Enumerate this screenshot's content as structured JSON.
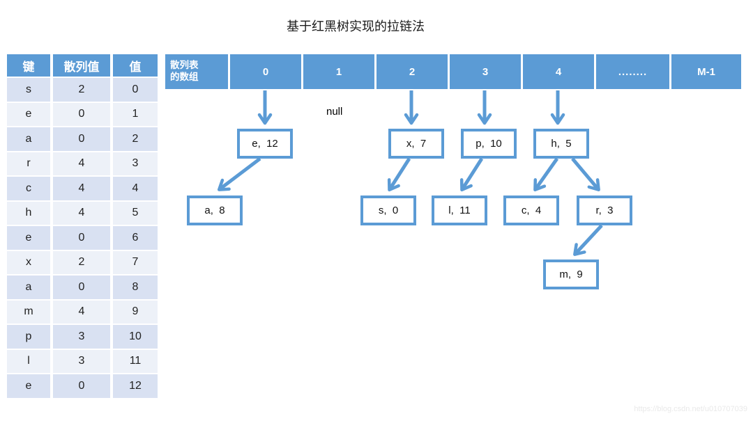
{
  "title": "基于红黑树实现的拉链法",
  "colors": {
    "accent_blue": "#5B9BD5",
    "band_dark": "#D9E1F2",
    "band_light": "#EDF1F8"
  },
  "key_table": {
    "headers": [
      "键",
      "散列值",
      "值"
    ],
    "rows": [
      {
        "key": "s",
        "hash": "2",
        "value": "0"
      },
      {
        "key": "e",
        "hash": "0",
        "value": "1"
      },
      {
        "key": "a",
        "hash": "0",
        "value": "2"
      },
      {
        "key": "r",
        "hash": "4",
        "value": "3"
      },
      {
        "key": "c",
        "hash": "4",
        "value": "4"
      },
      {
        "key": "h",
        "hash": "4",
        "value": "5"
      },
      {
        "key": "e",
        "hash": "0",
        "value": "6"
      },
      {
        "key": "x",
        "hash": "2",
        "value": "7"
      },
      {
        "key": "a",
        "hash": "0",
        "value": "8"
      },
      {
        "key": "m",
        "hash": "4",
        "value": "9"
      },
      {
        "key": "p",
        "hash": "3",
        "value": "10"
      },
      {
        "key": "l",
        "hash": "3",
        "value": "11"
      },
      {
        "key": "e",
        "hash": "0",
        "value": "12"
      }
    ]
  },
  "hash_array": {
    "label_line1": "散列表",
    "label_line2": "的数组",
    "cells": [
      "0",
      "1",
      "2",
      "3",
      "4",
      "........",
      "M-1"
    ]
  },
  "null_label": "null",
  "nodes": [
    {
      "label": "e,  12"
    },
    {
      "label": "x,  7"
    },
    {
      "label": "p,  10"
    },
    {
      "label": "h,  5"
    },
    {
      "label": "a,  8"
    },
    {
      "label": "s,  0"
    },
    {
      "label": "l,  11"
    },
    {
      "label": "c,  4"
    },
    {
      "label": "r,  3"
    },
    {
      "label": "m,  9"
    }
  ],
  "watermark": "https://blog.csdn.net/u010707039"
}
